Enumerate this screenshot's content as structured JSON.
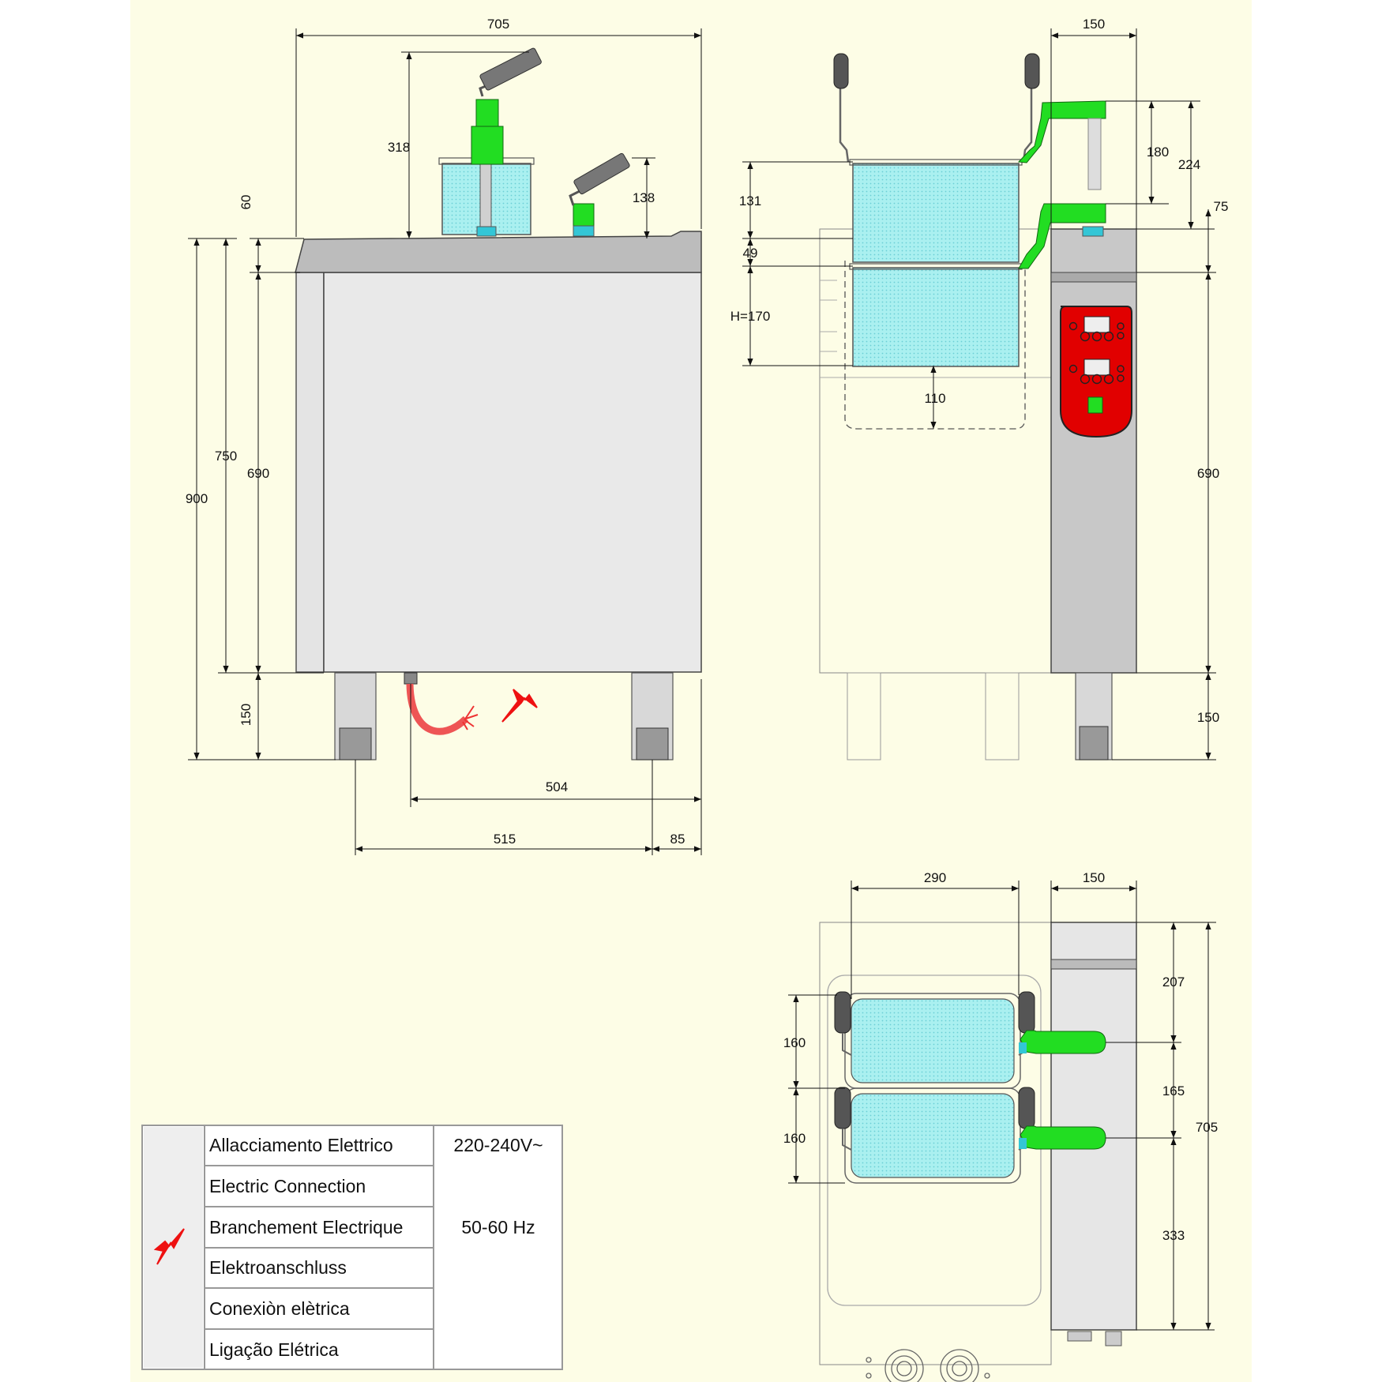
{
  "colors": {
    "sheet": "#fdfde6",
    "steel": "#e6e6e6",
    "steel_dark": "#c8c8c8",
    "top": "#bdbdbd",
    "basket_water": "#aaf0f0",
    "handle_green": "#22dd22",
    "grip": "#555555",
    "panel_red": "#e10000",
    "bolt_red": "#ee1111"
  },
  "icons": {
    "electric": "lightning-bolt-icon",
    "cable": "power-cable-icon"
  },
  "dimensions": {
    "side": {
      "width": "705",
      "lift_height": "318",
      "lift_height_small": "138",
      "top_thickness": "60",
      "total_height": "900",
      "body_height_750": "750",
      "body_height_690": "690",
      "feet_height": "150",
      "cable_to_back": "504",
      "feet_spacing": "515",
      "rear_offset": "85"
    },
    "front": {
      "column_width": "150",
      "lift_180": "180",
      "lift_224": "224",
      "top_75": "75",
      "basket_131": "131",
      "gap_49": "49",
      "basket_height": "H=170",
      "water_110": "110",
      "body_690": "690",
      "feet_150": "150"
    },
    "top": {
      "basket_width": "290",
      "column_width": "150",
      "basket_depth_1": "160",
      "basket_depth_2": "160",
      "front_207": "207",
      "middle_165": "165",
      "rear_333": "333",
      "total_depth": "705"
    }
  },
  "table": {
    "labels": [
      "Allacciamento Elettrico",
      "Electric Connection",
      "Branchement Electrique",
      "Elektroanschluss",
      "Conexiòn elètrica",
      "Ligação Elétrica"
    ],
    "voltage": "220-240V~",
    "frequency": "50-60 Hz"
  }
}
